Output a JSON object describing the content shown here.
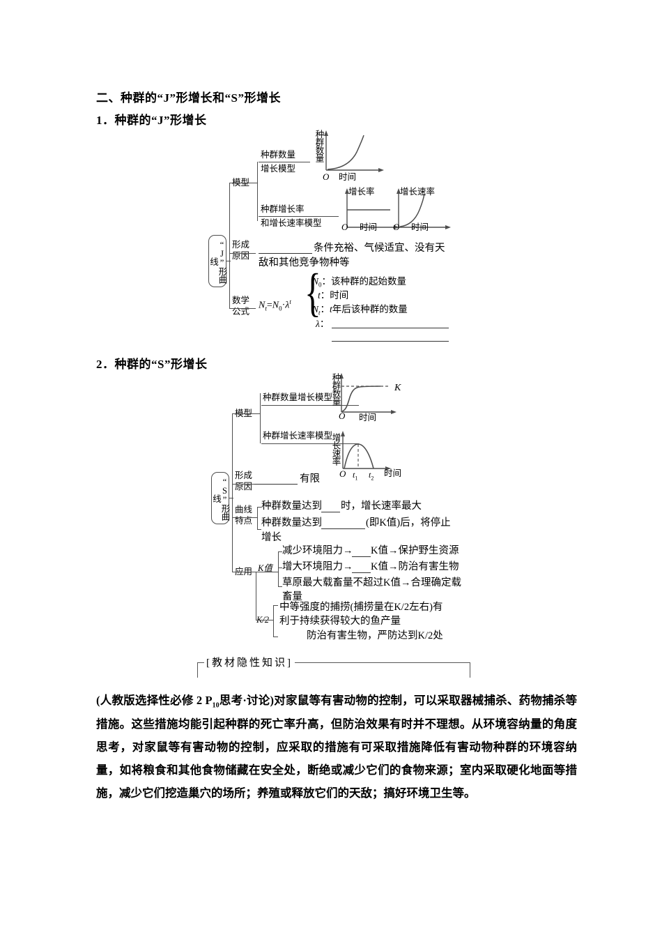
{
  "headings": {
    "main": "二、种群的“J”形增长和“S”形增长",
    "sub1": "1．种群的“J”形增长",
    "sub2": "2．种群的“S”形增长"
  },
  "j_curve": {
    "root_label": "“J”形曲线",
    "branches": {
      "model": "模型",
      "cause": "形成原因",
      "formula": "数学公式"
    },
    "model_items": [
      {
        "label_line1": "种群数量",
        "label_line2": "增长模型"
      },
      {
        "label_line1": "种群增长率",
        "label_line2": "和增长速率模型"
      }
    ],
    "cause_text": "条件充裕、气候适宜、没有天敌和其他竞争物种等",
    "cause_text_line1": "条件充裕、气候适宜、没有天",
    "cause_text_line2": "敌和其他竞争物种等",
    "formula": "N",
    "formula_full": "Nt=N0·λt",
    "formula_defs": [
      {
        "sym": "N",
        "sub": "0",
        "text": "：该种群的起始数量"
      },
      {
        "sym": "t",
        "sub": "",
        "text": "：时间"
      },
      {
        "sym": "N",
        "sub": "t",
        "text": "：t年后该种群的数量"
      },
      {
        "sym": "λ",
        "sub": "",
        "text": "："
      }
    ],
    "graphs": {
      "g1": {
        "ylabel": "种群数量",
        "xlabel": "时间",
        "origin": "O",
        "type": "exponential"
      },
      "g2": {
        "ylabel": "增长率",
        "xlabel": "时间",
        "origin": "O",
        "type": "constant"
      },
      "g3": {
        "ylabel": "增长速率",
        "xlabel": "时间",
        "origin": "O",
        "type": "exponential"
      }
    }
  },
  "s_curve": {
    "root_label": "“S”形曲线",
    "branches": {
      "model": "模型",
      "cause": "形成原因",
      "feature": "曲线特点",
      "apply": "应用",
      "kvalue": "K值",
      "khalf": "K/2"
    },
    "model_items": [
      "种群数量增长模型",
      "种群增长速率模型"
    ],
    "cause_text": "有限",
    "feature_items": [
      "种群数量达到____时，增长速率最大",
      "种群数量达到________(即K值)后，将停止增长"
    ],
    "feature_item1_a": "种群数量达到",
    "feature_item1_b": "时，增长速率最大",
    "feature_item2_a": "种群数量达到",
    "feature_item2_b": "(即K值)后，将停止",
    "feature_item2_c": "增长",
    "k_items": [
      {
        "a": "减少环境阻力→",
        "b": "K值→保护野生资源"
      },
      {
        "a": "增大环境阻力→",
        "b": "K值→防治有害生物"
      },
      {
        "a": "草原最大载畜量不超过K值→合理确定载",
        "b": "畜量"
      }
    ],
    "khalf_items": [
      {
        "line1": "中等强度的捕捞(捕捞量在K/2左右)有",
        "line2": "利于持续获得较大的鱼产量"
      },
      {
        "line1": "防治有害生物，严防达到K/2处",
        "line2": ""
      }
    ],
    "graphs": {
      "g1": {
        "ylabel": "种群数量",
        "xlabel": "时间",
        "origin": "O",
        "annotation": "K",
        "type": "logistic"
      },
      "g2": {
        "ylabel": "增长速率",
        "xlabel": "时间",
        "origin": "O",
        "ticks": [
          "t1",
          "t2"
        ],
        "type": "hump"
      }
    }
  },
  "hidden_knowledge": {
    "title": "[教材隐性知识]",
    "body": "(人教版选择性必修 2 P10思考·讨论)对家鼠等有害动物的控制，可以采取器械捕杀、药物捕杀等措施。这些措施均能引起种群的死亡率升高，但防治效果有时并不理想。从环境容纳量的角度思考，对家鼠等有害动物的控制，应采取的措施有可采取措施降低有害动物种群的环境容纳量，如将粮食和其他食物储藏在安全处，断绝或减少它们的食物来源；室内采取硬化地面等措施，减少它们挖造巢穴的场所；养殖或释放它们的天敌；搞好环境卫生等。",
    "source_prefix": "(人教版选择性必修 2 P",
    "source_sub": "10",
    "source_suffix": "思考·讨论)",
    "body_rest": "对家鼠等有害动物的控制，可以采取器械捕杀、药物捕杀等措施。这些措施均能引起种群的死亡率升高，但防治效果有时并不理想。从环境容纳量的角度思考，对家鼠等有害动物的控制，应采取的措施有可采取措施降低有害动物种群的环境容纳量，如将粮食和其他食物储藏在安全处，断绝或减少它们的食物来源；室内采取硬化地面等措施，减少它们挖造巢穴的场所；养殖或释放它们的天敌；搞好环境卫生等。"
  },
  "colors": {
    "line": "#4d4d4d",
    "text": "#000000",
    "blank": "#333333"
  }
}
